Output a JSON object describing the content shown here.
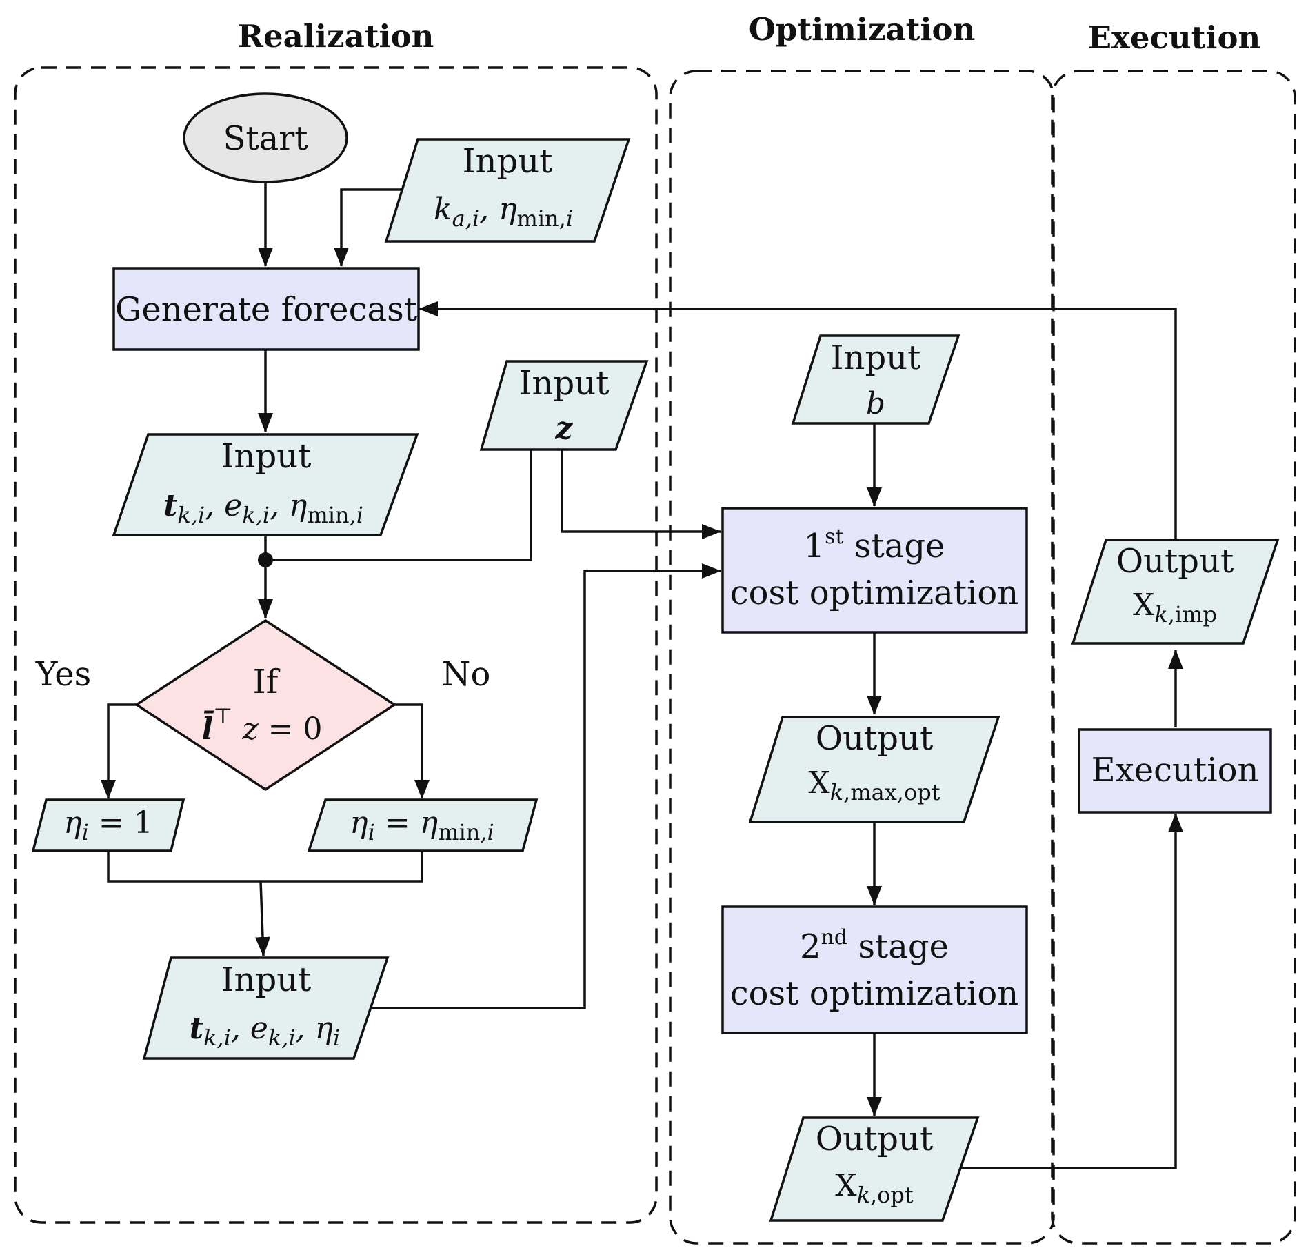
{
  "groups": {
    "realization": "Realization",
    "optimization": "Optimization",
    "execution": "Execution"
  },
  "nodes": {
    "start": "Start",
    "input_label": "Input",
    "output_label": "Output",
    "generate_forecast": "Generate forecast",
    "decision_if": "If",
    "decision_expr": "l̄ᵀ z = 0",
    "yes": "Yes",
    "no": "No",
    "eta_one": "ηᵢ = 1",
    "eta_min": "ηᵢ = ηmin,i",
    "input_ka_eta": "ka,i, ηmin,i",
    "input_z": "z",
    "input_t_e_etamin": "tk,i, ek,i, ηmin,i",
    "input_t_e_eta": "tk,i, ek,i, ηi",
    "input_b": "b",
    "stage1_line1": "1st stage",
    "stage1_line2": "cost optimization",
    "stage2_line1": "2nd stage",
    "stage2_line2": "cost optimization",
    "out_max_opt": "Xk,max,opt",
    "out_opt": "Xk,opt",
    "execution": "Execution",
    "out_imp": "Xk,imp"
  },
  "colors": {
    "process_fill": "#e6e6fa",
    "io_fill": "#e3f0ef",
    "decision_fill": "#fde2e4",
    "start_fill": "#e6e6e6",
    "stroke": "#111111"
  }
}
